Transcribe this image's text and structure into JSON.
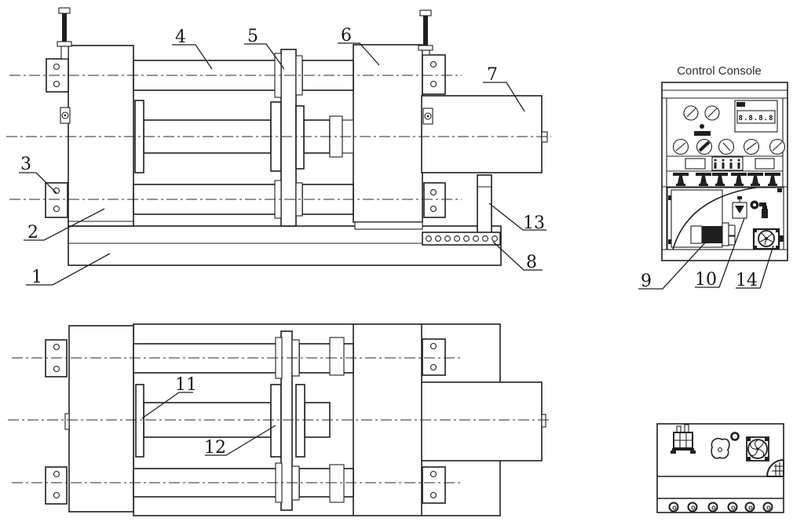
{
  "drawing": {
    "console_title": "Control Console",
    "console_display_value": "8.8.8.8",
    "part_labels": [
      "1",
      "2",
      "3",
      "4",
      "5",
      "6",
      "7",
      "8",
      "9",
      "10",
      "11",
      "12",
      "13",
      "14"
    ]
  }
}
